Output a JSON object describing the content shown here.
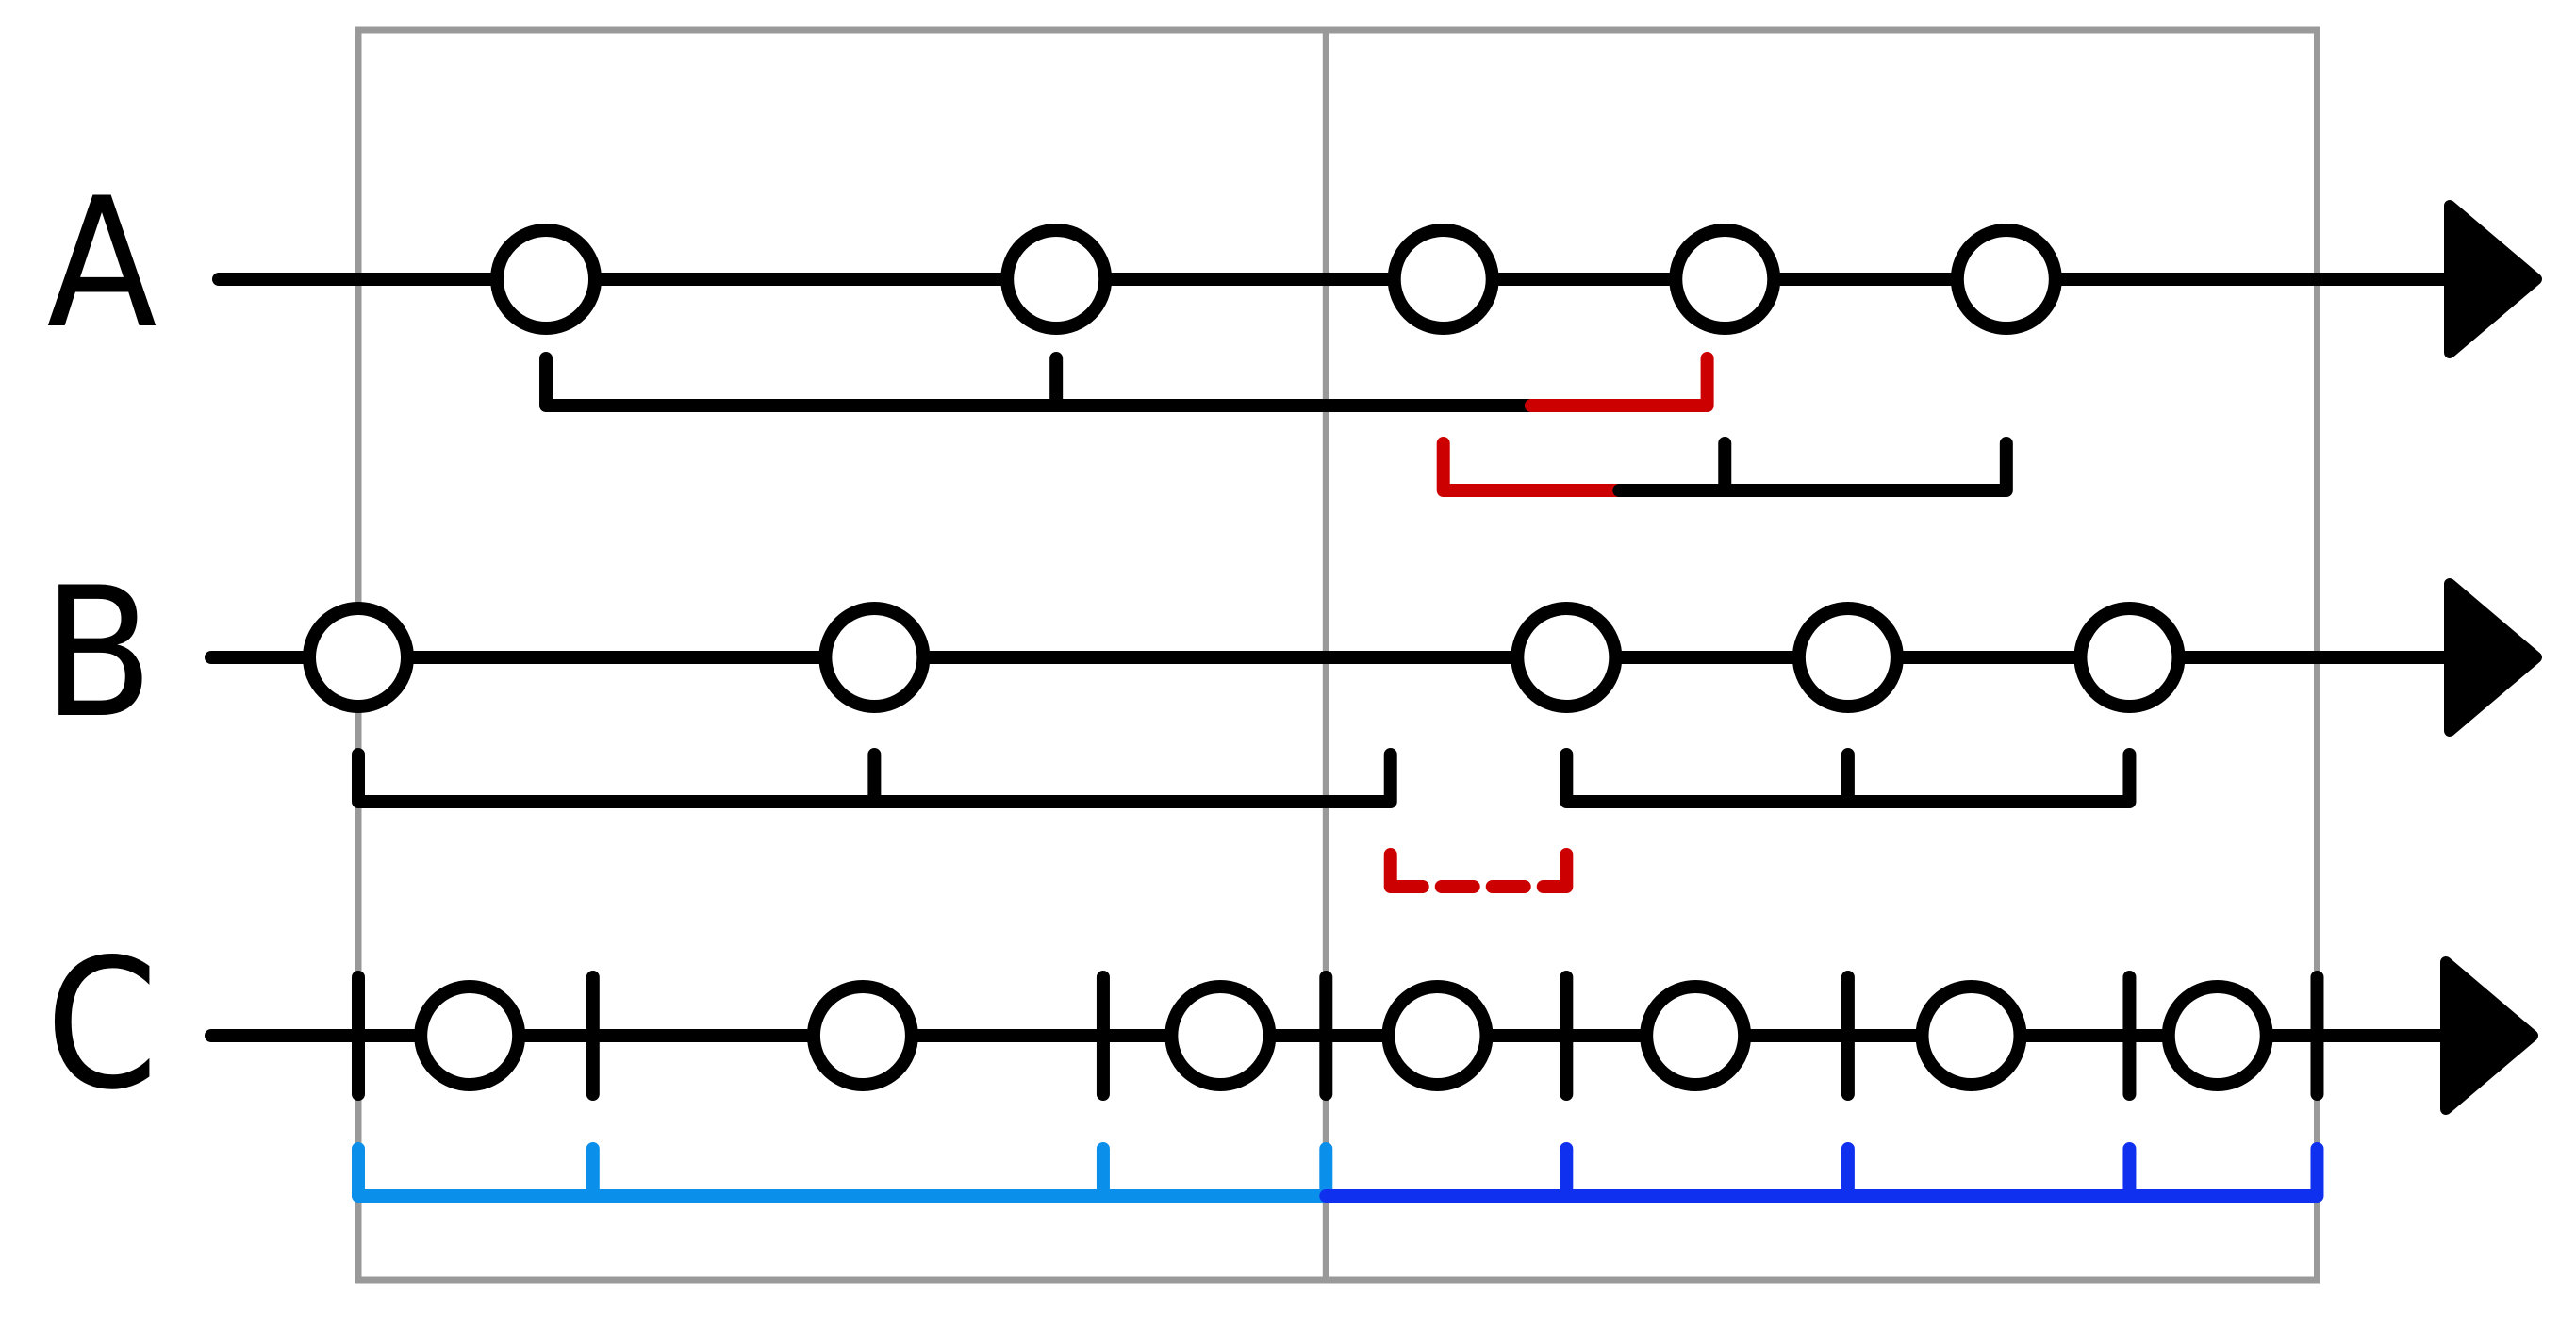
{
  "colors": {
    "ink": "#000000",
    "frame": "#999999",
    "gap_red": "#cc0000",
    "segment_light_blue": "#0a8fea",
    "segment_dark_blue": "#1030f0"
  },
  "timelines": [
    {
      "id": "A",
      "label": "A",
      "nodes": [
        0.32,
        1.19,
        1.85,
        2.33,
        2.81
      ],
      "ticks": [],
      "brackets": [
        {
          "level": 1,
          "from": 0.32,
          "to": 2.0,
          "marks": [
            0.32,
            1.19
          ],
          "color": "ink",
          "style": "solid"
        },
        {
          "level": 1,
          "from": 2.0,
          "to": 2.3,
          "marks": [
            2.3
          ],
          "color": "gap_red",
          "style": "solid"
        },
        {
          "level": 2,
          "from": 1.85,
          "to": 2.15,
          "marks": [
            1.85
          ],
          "color": "gap_red",
          "style": "solid"
        },
        {
          "level": 2,
          "from": 2.15,
          "to": 2.81,
          "marks": [
            2.33,
            2.81
          ],
          "color": "ink",
          "style": "solid"
        }
      ]
    },
    {
      "id": "B",
      "label": "B",
      "nodes": [
        0.0,
        0.88,
        2.06,
        2.54,
        3.02
      ],
      "ticks": [],
      "brackets": [
        {
          "level": 1,
          "from": 0.0,
          "to": 1.76,
          "marks": [
            0.0,
            0.88,
            1.76
          ],
          "color": "ink",
          "style": "solid"
        },
        {
          "level": 1,
          "from": 2.06,
          "to": 3.02,
          "marks": [
            2.06,
            2.54,
            3.02
          ],
          "color": "ink",
          "style": "solid"
        },
        {
          "level": 2,
          "from": 1.76,
          "to": 2.06,
          "marks": [
            1.76,
            2.06
          ],
          "color": "gap_red",
          "style": "dashed"
        }
      ]
    },
    {
      "id": "C",
      "label": "C",
      "nodes": [
        0.19,
        0.86,
        1.47,
        1.84,
        2.28,
        2.75,
        3.17
      ],
      "ticks": [
        0.0,
        0.4,
        1.27,
        1.65,
        2.06,
        2.54,
        3.02,
        3.34
      ],
      "brackets": [
        {
          "level": 1,
          "from": 0.0,
          "to": 1.65,
          "marks": [
            0.0,
            0.4,
            1.27,
            1.65
          ],
          "color": "segment_light_blue",
          "style": "solid"
        },
        {
          "level": 1,
          "from": 1.65,
          "to": 3.34,
          "marks": [
            2.06,
            2.54,
            3.02,
            3.34
          ],
          "color": "segment_dark_blue",
          "style": "solid"
        }
      ]
    }
  ],
  "frame_columns": [
    0.0,
    1.65,
    3.34
  ]
}
